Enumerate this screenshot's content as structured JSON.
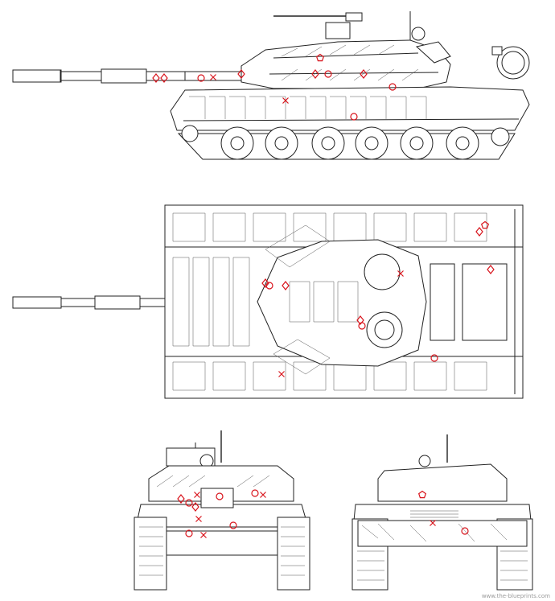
{
  "drawing": {
    "subject": "",
    "views": [
      "side",
      "top",
      "front",
      "rear"
    ]
  },
  "colors": {
    "line": "#222222",
    "marker": "#d8141c",
    "background": "#ffffff",
    "watermark": "#9a9a9a"
  },
  "markers": {
    "side": [
      "diamond",
      "diamond",
      "circle",
      "x",
      "diamond",
      "star",
      "diamond",
      "circle",
      "diamond",
      "circle",
      "x",
      "circle"
    ],
    "top": [
      "diamond",
      "circle",
      "diamond",
      "circle",
      "x",
      "diamond",
      "diamond",
      "circle",
      "x",
      "star",
      "diamond"
    ],
    "front": [
      "diamond",
      "circle",
      "x",
      "circle",
      "circle",
      "x",
      "diamond",
      "x",
      "x",
      "circle",
      "circle"
    ],
    "rear": [
      "star",
      "x",
      "circle"
    ]
  },
  "watermark": {
    "text": "www.the-blueprints.com"
  }
}
